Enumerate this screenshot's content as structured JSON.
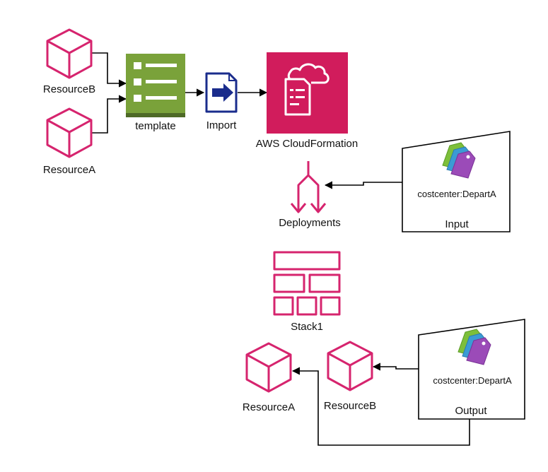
{
  "colors": {
    "resource": "#d6246e",
    "template_green": "#7aa23a",
    "template_dark": "#4e6a26",
    "import_blue": "#1a2c8c",
    "cloudformation_bg": "#d11c5c",
    "tag_green": "#7dbf3a",
    "tag_blue": "#3b9bd4",
    "tag_purple": "#9b4bb8",
    "connector": "#000000"
  },
  "icons": {
    "resource": "cube-icon",
    "template": "list-document-icon",
    "import": "import-document-icon",
    "cloudformation": "cloudformation-icon",
    "deployments": "deployments-icon",
    "stack": "stack-icon",
    "tag": "tag-icon"
  },
  "labels": {
    "resource_b_top": "ResourceB",
    "resource_a_top": "ResourceA",
    "template": "template",
    "import": "Import",
    "cloudformation": "AWS CloudFormation",
    "deployments": "Deployments",
    "stack": "Stack1",
    "resource_a_bottom": "ResourceA",
    "resource_b_bottom": "ResourceB"
  },
  "input_panel": {
    "tag_text": "costcenter:DepartA",
    "caption": "Input"
  },
  "output_panel": {
    "tag_text": "costcenter:DepartA",
    "caption": "Output"
  }
}
